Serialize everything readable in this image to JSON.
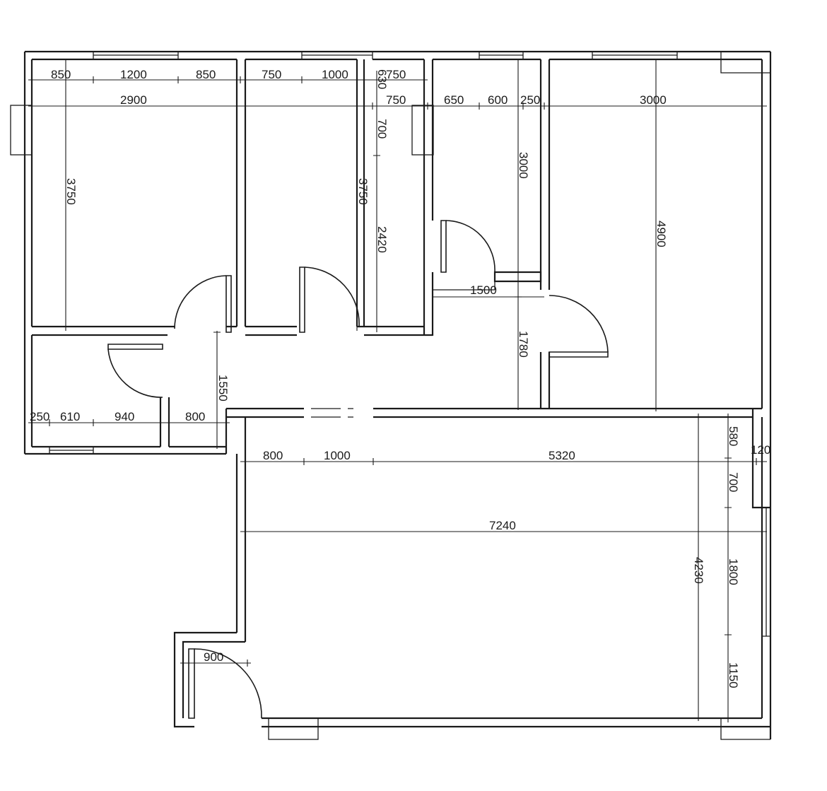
{
  "floor_plan": {
    "colors": {
      "line": "#1a1a1a",
      "background": "#ffffff"
    },
    "dimensions": {
      "top_row": [
        "850",
        "1200",
        "850",
        "750",
        "1000",
        "630",
        "750"
      ],
      "second_row": [
        "2900",
        "750",
        "650",
        "600",
        "250",
        "3000"
      ],
      "bedroom1_depth": "3750",
      "bedroom2_depth": "3750",
      "bath_700": "700",
      "bath_2420": "2420",
      "room3_depth": "3000",
      "room4_depth": "4900",
      "corridor_width": "1500",
      "corridor_depth": "1780",
      "hall_depth": "1550",
      "small_room_row": [
        "250",
        "610",
        "940",
        "800"
      ],
      "living_row": [
        "800",
        "1000",
        "5320"
      ],
      "right_580": "580",
      "right_120": "120",
      "right_700": "700",
      "living_width": "7240",
      "living_depth": "4230",
      "right_1800": "1800",
      "right_1150": "1150",
      "entry_door": "900"
    }
  }
}
